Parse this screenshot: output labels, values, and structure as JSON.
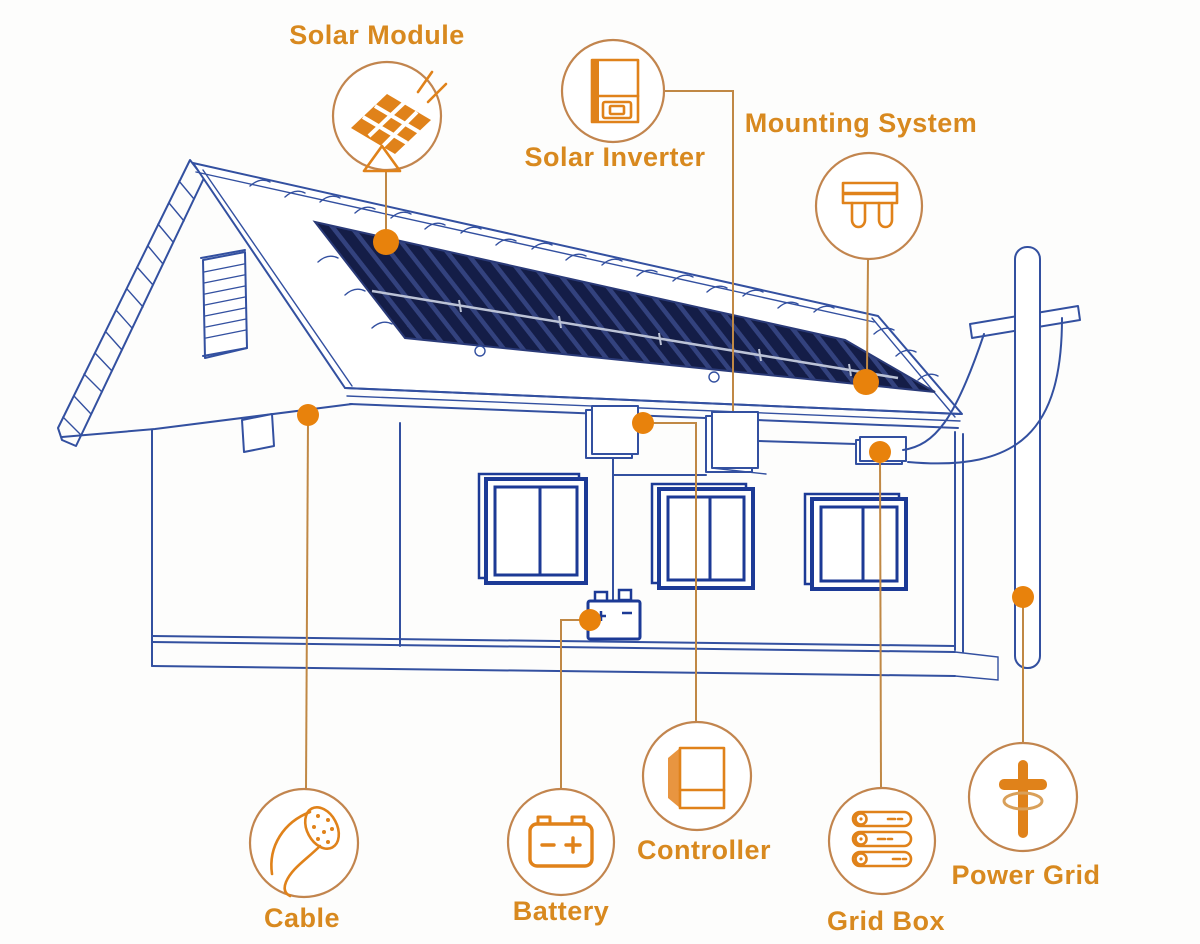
{
  "diagram": {
    "description": "Line-art diagram of a house with rooftop solar panels; orange callout circles point to system components",
    "components": [
      {
        "id": "solar-module",
        "label": "Solar Module"
      },
      {
        "id": "solar-inverter",
        "label": "Solar Inverter"
      },
      {
        "id": "mounting-system",
        "label": "Mounting System"
      },
      {
        "id": "cable",
        "label": "Cable"
      },
      {
        "id": "battery",
        "label": "Battery"
      },
      {
        "id": "controller",
        "label": "Controller"
      },
      {
        "id": "grid-box",
        "label": "Grid Box"
      },
      {
        "id": "power-grid",
        "label": "Power Grid"
      }
    ]
  },
  "palette": {
    "label_color": "#D8891F",
    "icon_orange": "#E0821A",
    "dot_orange": "#E8820C",
    "connector": "#C08845",
    "ring": "#C2854E",
    "house_blue": "#3350A0",
    "window_blue": "#1C3A96",
    "panel_navy": "#141D47",
    "panel_stripe": "#33427E",
    "background": "#FDFDFC"
  }
}
